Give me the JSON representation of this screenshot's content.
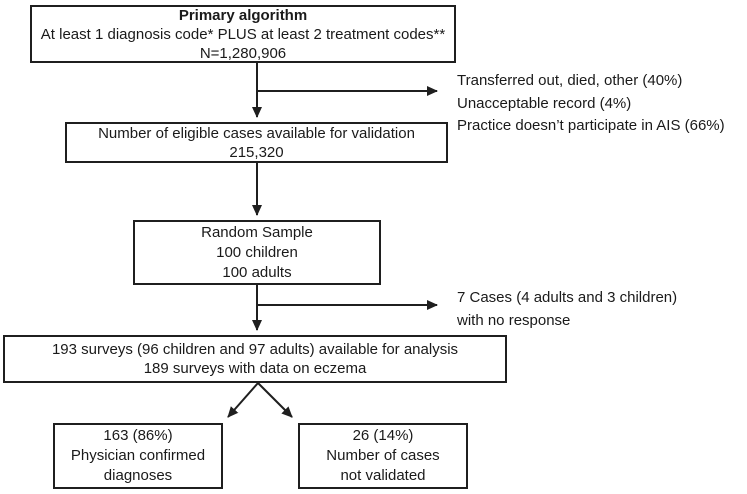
{
  "figure": {
    "background_color": "#ffffff",
    "line_color": "#1f1f1f",
    "text_color": "#1a1a1a"
  },
  "boxes": {
    "primary": {
      "title": "Primary algorithm",
      "line2": "At least 1 diagnosis code* PLUS at least 2 treatment codes**",
      "line3": "N=1,280,906"
    },
    "eligible": {
      "line1": "Number of eligible cases available for validation",
      "line2": "215,320"
    },
    "random_sample": {
      "line1": "Random Sample",
      "line2": "100 children",
      "line3": "100 adults"
    },
    "surveys": {
      "line1": "193 surveys (96 children and 97 adults) available for analysis",
      "line2": "189 surveys with data on eczema"
    },
    "confirmed": {
      "line1": "163 (86%)",
      "line2": "Physician confirmed",
      "line3": "diagnoses"
    },
    "not_validated": {
      "line1": "26 (14%)",
      "line2": "Number of cases",
      "line3": "not validated"
    }
  },
  "annotations": {
    "exclusion1": {
      "line1": "Transferred out, died, other (40%)",
      "line2": "Unacceptable record (4%)",
      "line3": "Practice doesn’t participate in AIS (66%)"
    },
    "exclusion2": {
      "line1": "7 Cases (4 adults and 3 children)",
      "line2": "with no response"
    }
  }
}
